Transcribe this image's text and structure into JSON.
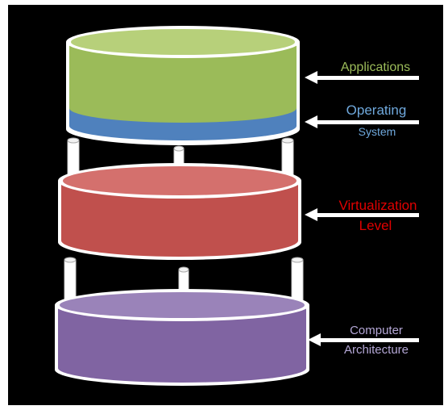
{
  "layers": [
    {
      "name": "Applications",
      "color": "#9bbb59"
    },
    {
      "name": "Operating System",
      "color": "#4f81bd"
    },
    {
      "name": "Virtualization Level",
      "color": "#c0504d"
    },
    {
      "name": "Computer Architecture",
      "color": "#8064a2"
    }
  ],
  "labels": {
    "applications": "Applications",
    "operating": "Operating",
    "system": "System",
    "virtualization": "Virtualization",
    "level": "Level",
    "computer": "Computer",
    "architecture": "Architecture"
  },
  "colors": {
    "background": "#000000",
    "applications_text": "#9bbb59",
    "operating_text": "#6fa8dc",
    "virtualization_text": "#e00000",
    "computer_text": "#b4a7d6",
    "arrow": "#ffffff"
  }
}
